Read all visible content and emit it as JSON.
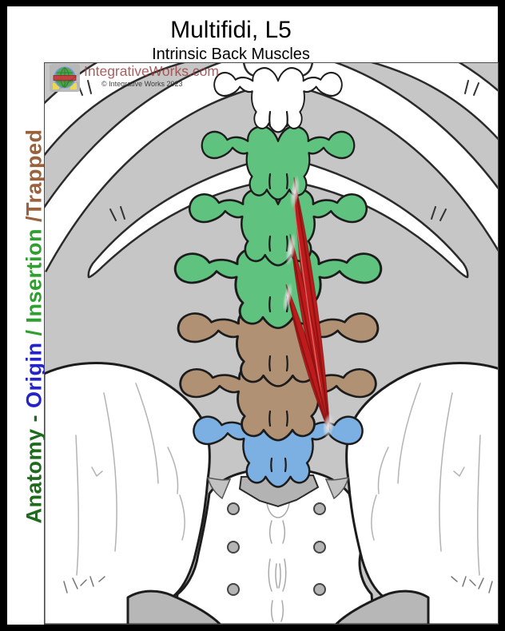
{
  "title": "Multifidi, L5",
  "subtitle": "Intrinsic Back Muscles",
  "legend": {
    "segments": [
      {
        "text": "Anatomy",
        "style": "color:#1e6b1e"
      },
      {
        "text": " - ",
        "style": "color:#1e6b1e"
      },
      {
        "text": "Origin",
        "style": "color:#2323c8"
      },
      {
        "text": " / ",
        "style": "color:#2fa02f"
      },
      {
        "text": "Insertion",
        "style": "color:#2fa02f"
      },
      {
        "text": " /",
        "style": "color:#99613c"
      },
      {
        "text": "Trapped",
        "style": "color:#99613c"
      }
    ]
  },
  "watermark": {
    "site": "IntegrativeWorks.com",
    "copyright": "© Integrative Works 2023"
  },
  "colors": {
    "background": "#c6c6c6",
    "bone_white": "#ffffff",
    "insertion_green": "#5fc27f",
    "trapped_brown": "#b09174",
    "origin_blue": "#7cb0e2",
    "muscle_red": "#be1c1c",
    "watermark_red": "#9c4343"
  }
}
